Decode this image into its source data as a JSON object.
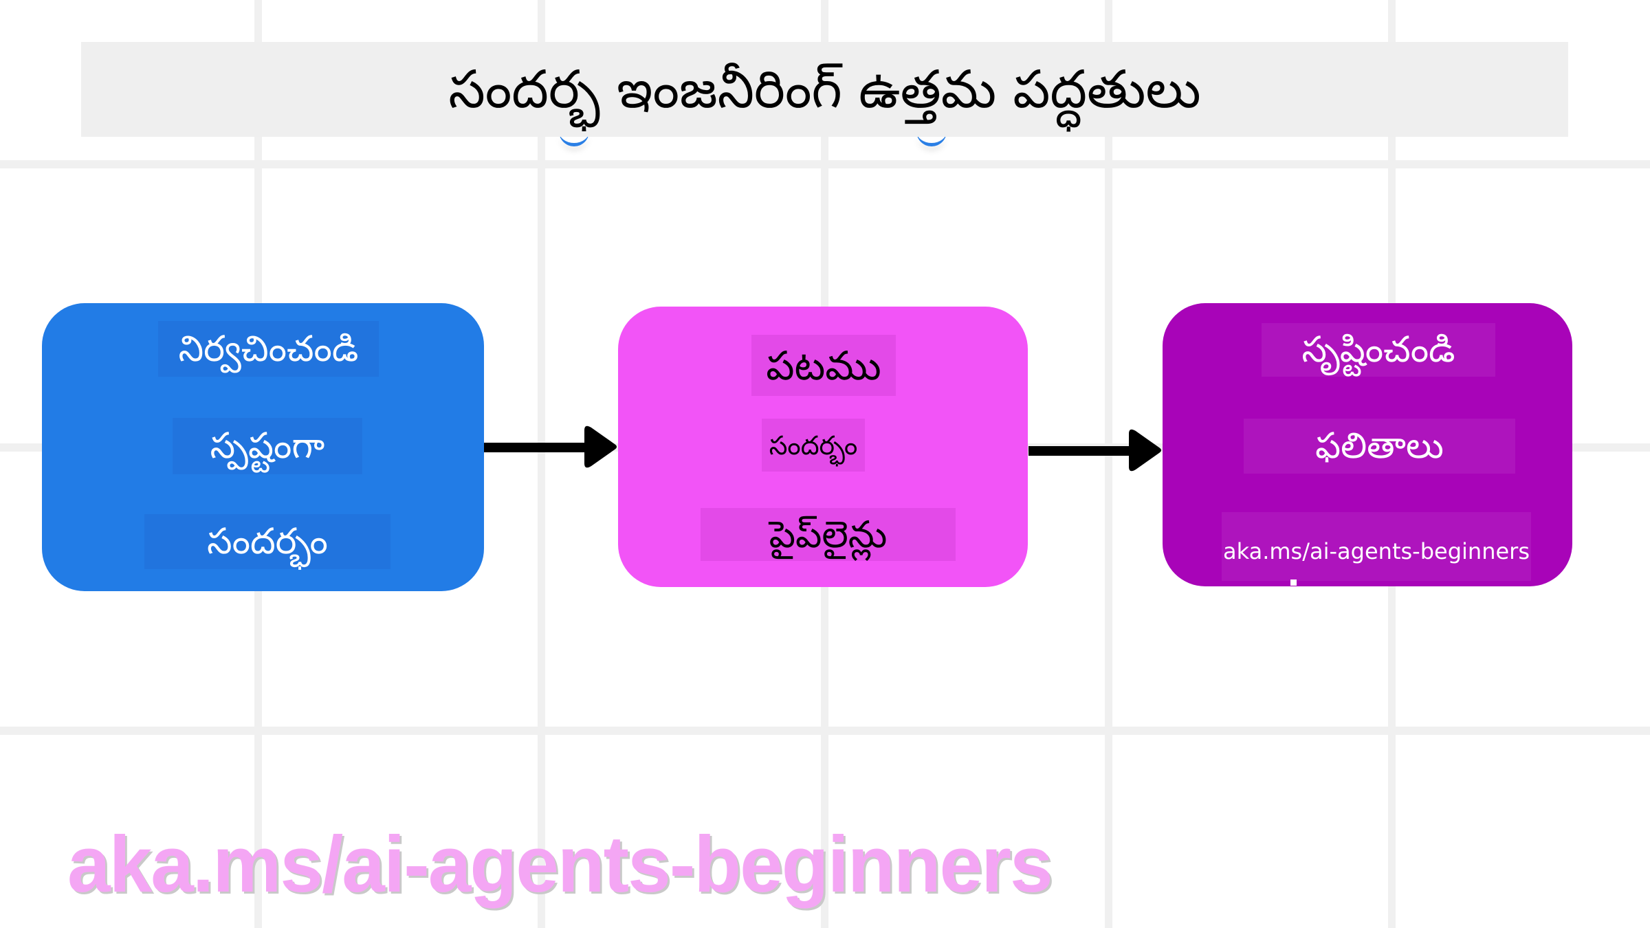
{
  "title": "సందర్భ ఇంజనీరింగ్ ఉత్తమ పద్ధతులు",
  "colors": {
    "background": "#ffffff",
    "grid": "#f0f0f0",
    "title_banner": "#efefef",
    "step1": "#227ce6",
    "step2": "#f254f7",
    "step3": "#a804b8",
    "arrow": "#000000",
    "footer_url": "#f4a6f4"
  },
  "steps": [
    {
      "lines": [
        "నిర్వచించండి",
        "స్పష్టంగా",
        "సందర్భం"
      ],
      "text_color": "#ffffff"
    },
    {
      "lines": [
        "పటము",
        "సందర్భం",
        "పైప్‌లైన్లు"
      ],
      "text_color": "#000000"
    },
    {
      "lines": [
        "సృష్టించండి",
        "ఫలితాలు",
        "aka.ms/ai-agents-beginners"
      ],
      "text_color": "#ffffff"
    }
  ],
  "footer": {
    "url": "aka.ms/ai-agents-beginners"
  }
}
